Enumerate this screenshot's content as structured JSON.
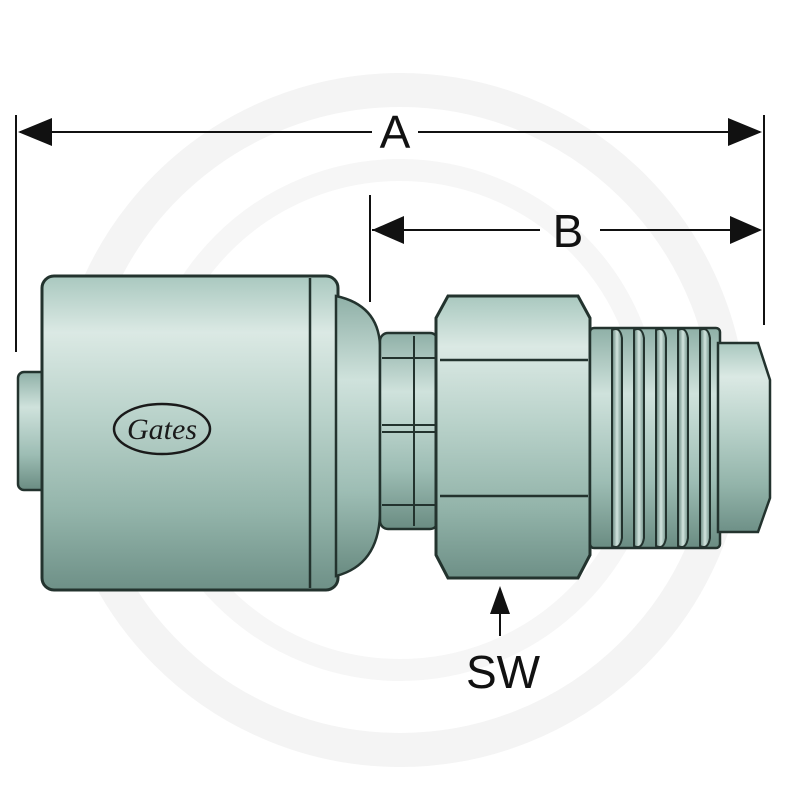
{
  "diagram": {
    "labels": {
      "dim_a": "A",
      "dim_b": "B",
      "wrench": "SW"
    },
    "logo_text": "Gates",
    "colors": {
      "metal_light": "#c9ddd7",
      "metal_mid": "#9ebfb6",
      "metal_dark": "#5f8077",
      "outline": "#23332e",
      "dimension_line": "#111111",
      "watermark": "#f3f3f3"
    }
  }
}
